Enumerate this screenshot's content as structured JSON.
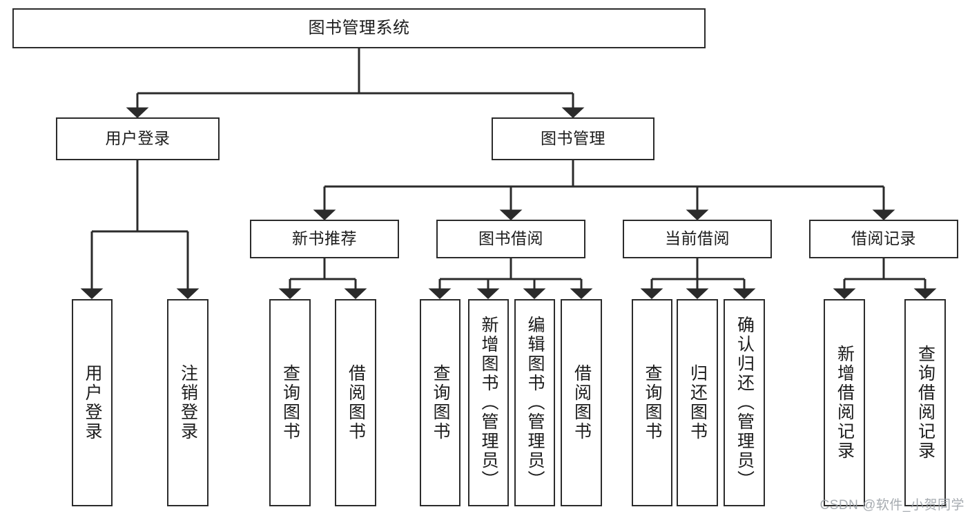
{
  "diagram": {
    "title": "图书管理系统",
    "type": "tree-hierarchy-chart",
    "root": {
      "label": "图书管理系统"
    },
    "level2": [
      {
        "label": "用户登录"
      },
      {
        "label": "图书管理"
      }
    ],
    "level3": [
      {
        "label": "新书推荐"
      },
      {
        "label": "图书借阅"
      },
      {
        "label": "当前借阅"
      },
      {
        "label": "借阅记录"
      }
    ],
    "leaves": {
      "user_login": [
        {
          "label": "用户登录"
        },
        {
          "label": "注销登录"
        }
      ],
      "new_book_recommend": [
        {
          "label": "查询图书"
        },
        {
          "label": "借阅图书"
        }
      ],
      "book_borrow": [
        {
          "label": "查询图书"
        },
        {
          "label": "新增图书（管理员）"
        },
        {
          "label": "编辑图书（管理员）"
        },
        {
          "label": "借阅图书"
        }
      ],
      "current_borrow": [
        {
          "label": "查询图书"
        },
        {
          "label": "归还图书"
        },
        {
          "label": "确认归还（管理员）"
        }
      ],
      "borrow_record": [
        {
          "label": "新增借阅记录"
        },
        {
          "label": "查询借阅记录"
        }
      ]
    }
  },
  "watermark": {
    "text": "CSDN @软件_小贺同学"
  },
  "colors": {
    "stroke": "#2b2b2b",
    "fill": "#ffffff",
    "text": "#1c1c1c",
    "watermark": "#9aa0a6"
  }
}
